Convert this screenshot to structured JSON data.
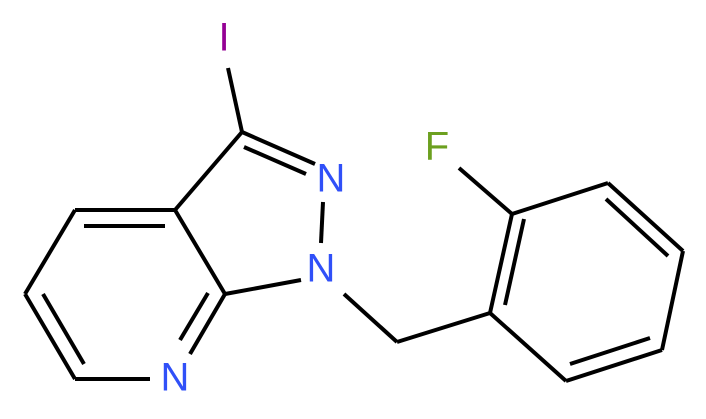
{
  "molecule": {
    "atoms": [
      {
        "id": "I",
        "symbol": "I",
        "color": "#940094"
      },
      {
        "id": "F",
        "symbol": "F",
        "color": "#6ca01f"
      },
      {
        "id": "N2",
        "symbol": "N",
        "color": "#3050f8"
      },
      {
        "id": "N1",
        "symbol": "N",
        "color": "#3050f8"
      },
      {
        "id": "N7",
        "symbol": "N",
        "color": "#3050f8"
      }
    ],
    "bond_color": "#000000"
  }
}
